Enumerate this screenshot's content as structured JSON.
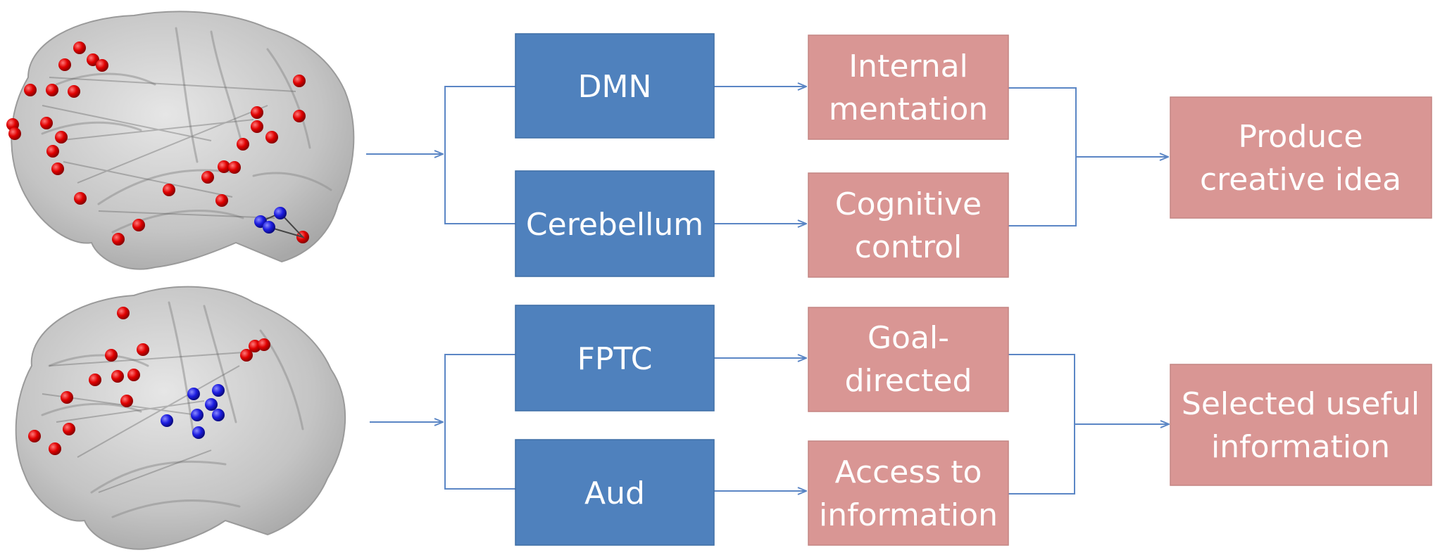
{
  "colors": {
    "network_box": "#4f81bd",
    "function_box": "#d99694",
    "connector": "#5b86c5",
    "brain": "#c9c9c9",
    "red_node": "#e00000",
    "blue_node": "#1c1ce0"
  },
  "groups": [
    {
      "networks": [
        [
          "DMN"
        ],
        [
          "Cerebellum"
        ]
      ],
      "functions": [
        [
          "Internal",
          "mentation"
        ],
        [
          "Cognitive",
          "control"
        ]
      ],
      "outcome": [
        "Produce",
        "creative idea"
      ]
    },
    {
      "networks": [
        [
          "FPTC"
        ],
        [
          "Aud"
        ]
      ],
      "functions": [
        [
          "Goal-",
          "directed"
        ],
        [
          "Access to",
          "information"
        ]
      ],
      "outcome": [
        "Selected useful",
        "information"
      ]
    }
  ]
}
